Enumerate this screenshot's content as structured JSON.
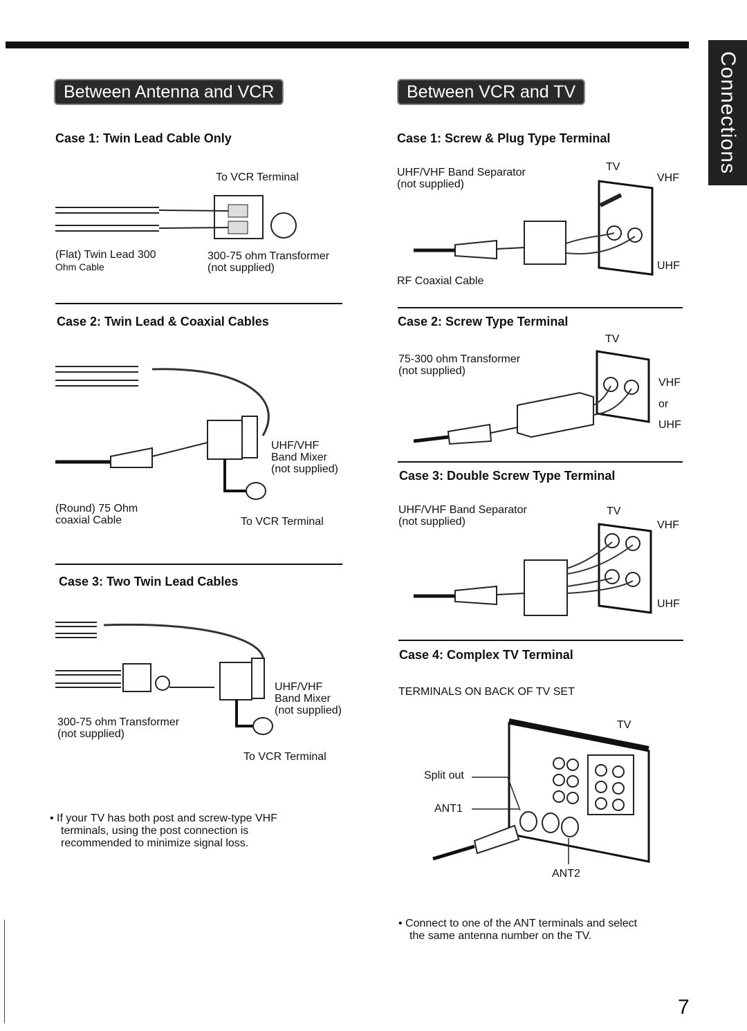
{
  "side_tab": "Connections",
  "page_number": "7",
  "left": {
    "header": "Between Antenna and VCR",
    "case1": {
      "title": "Case 1: Twin Lead Cable Only",
      "to_vcr": "To VCR Terminal",
      "cable_l1": "(Flat) Twin Lead 300",
      "cable_l2": "Ohm Cable",
      "transformer_l1": "300-75 ohm Transformer",
      "transformer_l2": "(not supplied)"
    },
    "case2": {
      "title": "Case 2: Twin Lead & Coaxial Cables",
      "mixer_l1": "UHF/VHF",
      "mixer_l2": "Band Mixer",
      "mixer_l3": "(not supplied)",
      "cable_l1": "(Round) 75 Ohm",
      "cable_l2": "coaxial Cable",
      "to_vcr": "To VCR Terminal"
    },
    "case3": {
      "title": "Case 3: Two Twin Lead Cables",
      "mixer_l1": "UHF/VHF",
      "mixer_l2": "Band Mixer",
      "mixer_l3": "(not supplied)",
      "transformer_l1": "300-75 ohm Transformer",
      "transformer_l2": "(not supplied)",
      "to_vcr": "To VCR Terminal"
    },
    "note_l1": "• If your TV has both post and screw-type VHF",
    "note_l2": "terminals, using the post connection is",
    "note_l3": "recommended to minimize signal loss."
  },
  "right": {
    "header": "Between VCR and TV",
    "case1": {
      "title": "Case 1: Screw & Plug Type Terminal",
      "sep_l1": "UHF/VHF Band Separator",
      "sep_l2": "(not supplied)",
      "tv": "TV",
      "vhf": "VHF",
      "uhf": "UHF",
      "rf": "RF Coaxial Cable"
    },
    "case2": {
      "title": "Case 2: Screw Type Terminal",
      "tv": "TV",
      "tr_l1": "75-300 ohm Transformer",
      "tr_l2": "(not supplied)",
      "vhf": "VHF",
      "or": "or",
      "uhf": "UHF"
    },
    "case3": {
      "title": "Case 3: Double Screw Type Terminal",
      "sep_l1": "UHF/VHF Band Separator",
      "sep_l2": "(not supplied)",
      "tv": "TV",
      "vhf": "VHF",
      "uhf": "UHF"
    },
    "case4": {
      "title": "Case 4: Complex TV Terminal",
      "terminals": "TERMINALS ON BACK OF TV SET",
      "tv": "TV",
      "split": "Split out",
      "ant1": "ANT1",
      "ant2": "ANT2"
    },
    "note_l1": "• Connect to one of the ANT terminals and select",
    "note_l2": "the same antenna number on the TV."
  }
}
